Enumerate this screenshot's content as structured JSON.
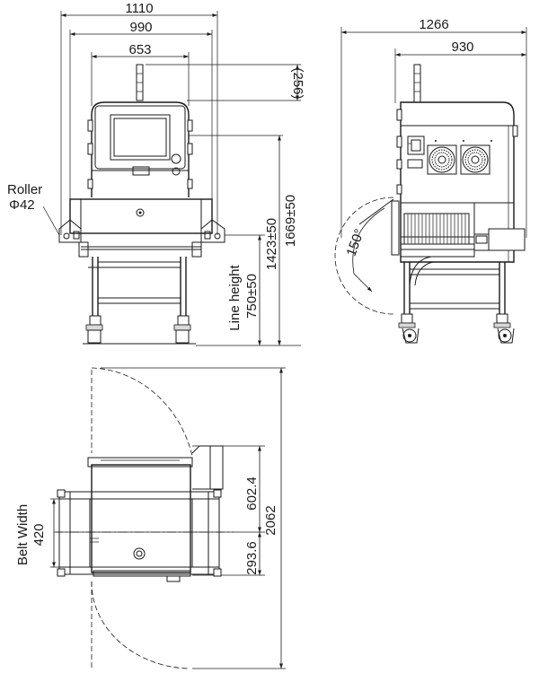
{
  "front_view": {
    "dim_overall_width": "1110",
    "dim_conveyor_width": "990",
    "dim_body_width": "653",
    "dim_top_offset": "(256)",
    "dim_total_height": "1669±50",
    "dim_upper_height": "1423±50",
    "line_height_label": "Line height",
    "line_height_value": "750±50",
    "roller_label": "Roller",
    "roller_value": "Φ42"
  },
  "side_view": {
    "dim_overall_depth": "1266",
    "dim_body_depth": "930",
    "door_angle": "150°"
  },
  "top_view": {
    "dim_total_length": "2062",
    "dim_upper_offset": "602.4",
    "dim_lower_offset": "293.6",
    "belt_width_label": "Belt Width",
    "belt_width_value": "420"
  }
}
